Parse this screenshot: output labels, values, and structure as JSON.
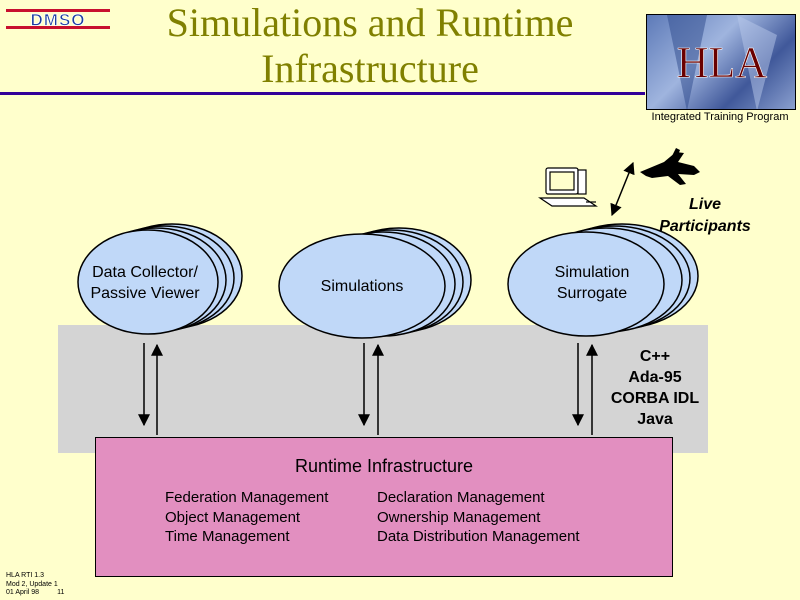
{
  "header": {
    "logo_text": "DMSO",
    "title": "Simulations and Runtime\nInfrastructure",
    "hla_logo_text": "HLA",
    "hla_caption": "Integrated Training Program"
  },
  "diagram": {
    "federates": [
      {
        "label": "Data Collector/\nPassive Viewer"
      },
      {
        "label": "Simulations"
      },
      {
        "label": "Simulation\nSurrogate"
      }
    ],
    "live_participants": "Live\nParticipants",
    "languages": [
      "C++",
      "Ada-95",
      "CORBA IDL",
      "Java"
    ],
    "rti": {
      "title": "Runtime Infrastructure",
      "services_left": [
        "Federation Management",
        "Object Management",
        "Time Management"
      ],
      "services_right": [
        "Declaration Management",
        "Ownership Management",
        "Data Distribution Management"
      ]
    }
  },
  "footer": {
    "line1": "HLA RTI 1.3",
    "line2": "Mod 2, Update 1",
    "line3_left": "01 April 98",
    "line3_right": "11"
  },
  "colors": {
    "background": "#ffffcc",
    "title": "#808000",
    "rule": "#330099",
    "oval_fill": "#c0d8f8",
    "band": "#d4d4d4",
    "rti_fill": "#e28fc0",
    "logo_blue": "#1b3fa0",
    "logo_red": "#c8102e"
  }
}
